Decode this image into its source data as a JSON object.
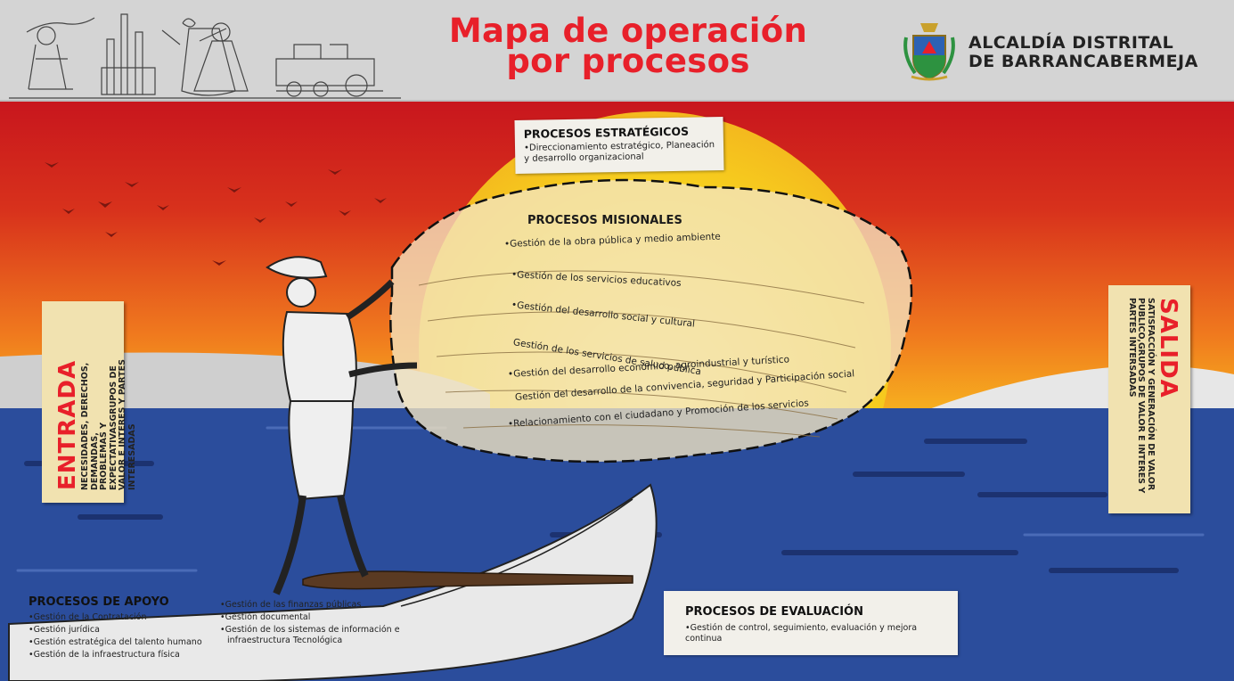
{
  "header": {
    "title_line1": "Mapa de operación",
    "title_line2": "por procesos",
    "org_line1": "ALCALDÍA DISTRITAL",
    "org_line2": "DE BARRANCABERMEJA"
  },
  "estrategicos": {
    "title": "PROCESOS ESTRATÉGICOS",
    "items": [
      "Direccionamiento estratégico, Planeación y desarrollo organizacional"
    ]
  },
  "misionales": {
    "title": "PROCESOS MISIONALES",
    "items": [
      "Gestión de la obra pública y medio ambiente",
      "Gestión de los servicios educativos",
      "Gestión del desarrollo social y cultural",
      "Gestión de los servicios de salud pública",
      "Gestión del desarrollo económico, agroindustrial y turístico",
      "Gestión del desarrollo de la convivencia, seguridad y Participación social",
      "Relacionamiento con el ciudadano y Promoción de los servicios"
    ]
  },
  "entrada": {
    "title": "ENTRADA",
    "text_line1": "NECESIDADES, DERECHOS, DEMANDAS,",
    "text_line2": "PROBLEMAS Y EXPECTATIVASGRUPOS DE",
    "text_line3": "VALOR  E INTERES Y PARTES INTERESADAS"
  },
  "salida": {
    "title": "SALIDA",
    "text_line1": "SATISFACCIÓN Y GENERACIÓN DE VALOR",
    "text_line2": "PUBLICO,GRUPOS DE VALOR E INTERES Y",
    "text_line3": "PARTES INTERSADAS"
  },
  "apoyo": {
    "title": "PROCESOS DE APOYO",
    "col1": [
      "Gestión de la Contratación",
      "Gestión jurídica",
      "Gestión estratégica del talento humano",
      "Gestión de la infraestructura física"
    ],
    "col2": [
      "Gestión de las finanzas públicas",
      "Gestión documental",
      "Gestión de los sistemas de información e",
      "infraestructura Tecnológica"
    ]
  },
  "evaluacion": {
    "title": "PROCESOS DE EVALUACIÓN",
    "items": [
      "Gestión de control, seguimiento, evaluación y mejora continua"
    ]
  },
  "colors": {
    "title_red": "#e8202a",
    "sky_red": "#c8161d",
    "sky_orange": "#f07a1e",
    "sun_yellow": "#f7d31e",
    "sea_blue": "#2b4d9c",
    "note_paper": "#f1e2b0"
  },
  "icons": [
    "city-collage-illustration",
    "coat-of-arms-icon",
    "birds-icon",
    "fisherman-illustration",
    "fishing-net-illustration",
    "canoe-illustration"
  ]
}
